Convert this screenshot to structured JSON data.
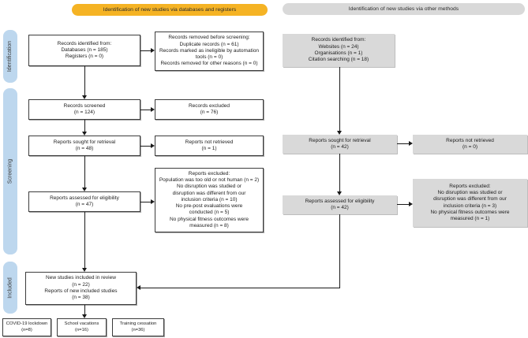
{
  "banners": {
    "databases": "Identification of new studies via databases and registers",
    "other": "Identification of new studies via other methods"
  },
  "sidebar": {
    "identification": "Identification",
    "screening": "Screening",
    "included": "Included"
  },
  "colors": {
    "banner_orange": "#F5B324",
    "banner_gray": "#D9D9D9",
    "sidebar_blue": "#BDD7EE",
    "gray_box": "#D9D9D9",
    "arrow": "#1a1a1a"
  },
  "left_flow": {
    "identified": [
      "Records identified from:",
      "Databases (n = 185)",
      "Registers (n = 0)"
    ],
    "removed": [
      "Records removed before screening:",
      "Duplicate records (n = 61)",
      "Records marked as ineligible by automation",
      "tools (n = 0)",
      "Records removed for other reasons (n = 0)"
    ],
    "screened": [
      "Records screened",
      "(n = 124)"
    ],
    "excluded": [
      "Records excluded",
      "(n = 76)"
    ],
    "sought": [
      "Reports sought for retrieval",
      "(n = 48)"
    ],
    "not_retrieved": [
      "Reports not retrieved",
      "(n = 1)"
    ],
    "assessed": [
      "Reports assessed for eligibility",
      "(n = 47)"
    ],
    "reports_excluded": [
      "Reports excluded:",
      "Population was too old or not human (n = 2)",
      "No disruption was studied or",
      "disruption was different from our",
      "inclusion criteria (n = 10)",
      "No pre-post evaluations were",
      "conducted (n = 5)",
      "No physical fitness outcomes were",
      "measured (n = 8)"
    ],
    "included": [
      "New studies included in review",
      "(n = 22)",
      "Reports of new included studies",
      "(n = 38)"
    ]
  },
  "right_flow": {
    "identified": [
      "Records identified from:",
      "Websites (n = 24)",
      "Organisations (n = 1)",
      "Citation searching (n = 18)"
    ],
    "sought": [
      "Reports sought for retrieval",
      "(n = 42)"
    ],
    "not_retrieved": [
      "Reports not retrieved",
      "(n = 0)"
    ],
    "assessed": [
      "Reports assessed for eligibility",
      "(n = 42)"
    ],
    "reports_excluded": [
      "Reports excluded:",
      "No disruption was studied or",
      "disruption was different from our",
      "inclusion criteria (n = 3)",
      "No physical fitness outcomes were",
      "measured (n = 1)"
    ]
  },
  "categories": {
    "lockdown": [
      "COVID-19 lockdown",
      "(n=8)"
    ],
    "vacations": [
      "School vacations",
      "(n=16)"
    ],
    "cessation": [
      "Training cessation",
      "(n=36)"
    ]
  }
}
